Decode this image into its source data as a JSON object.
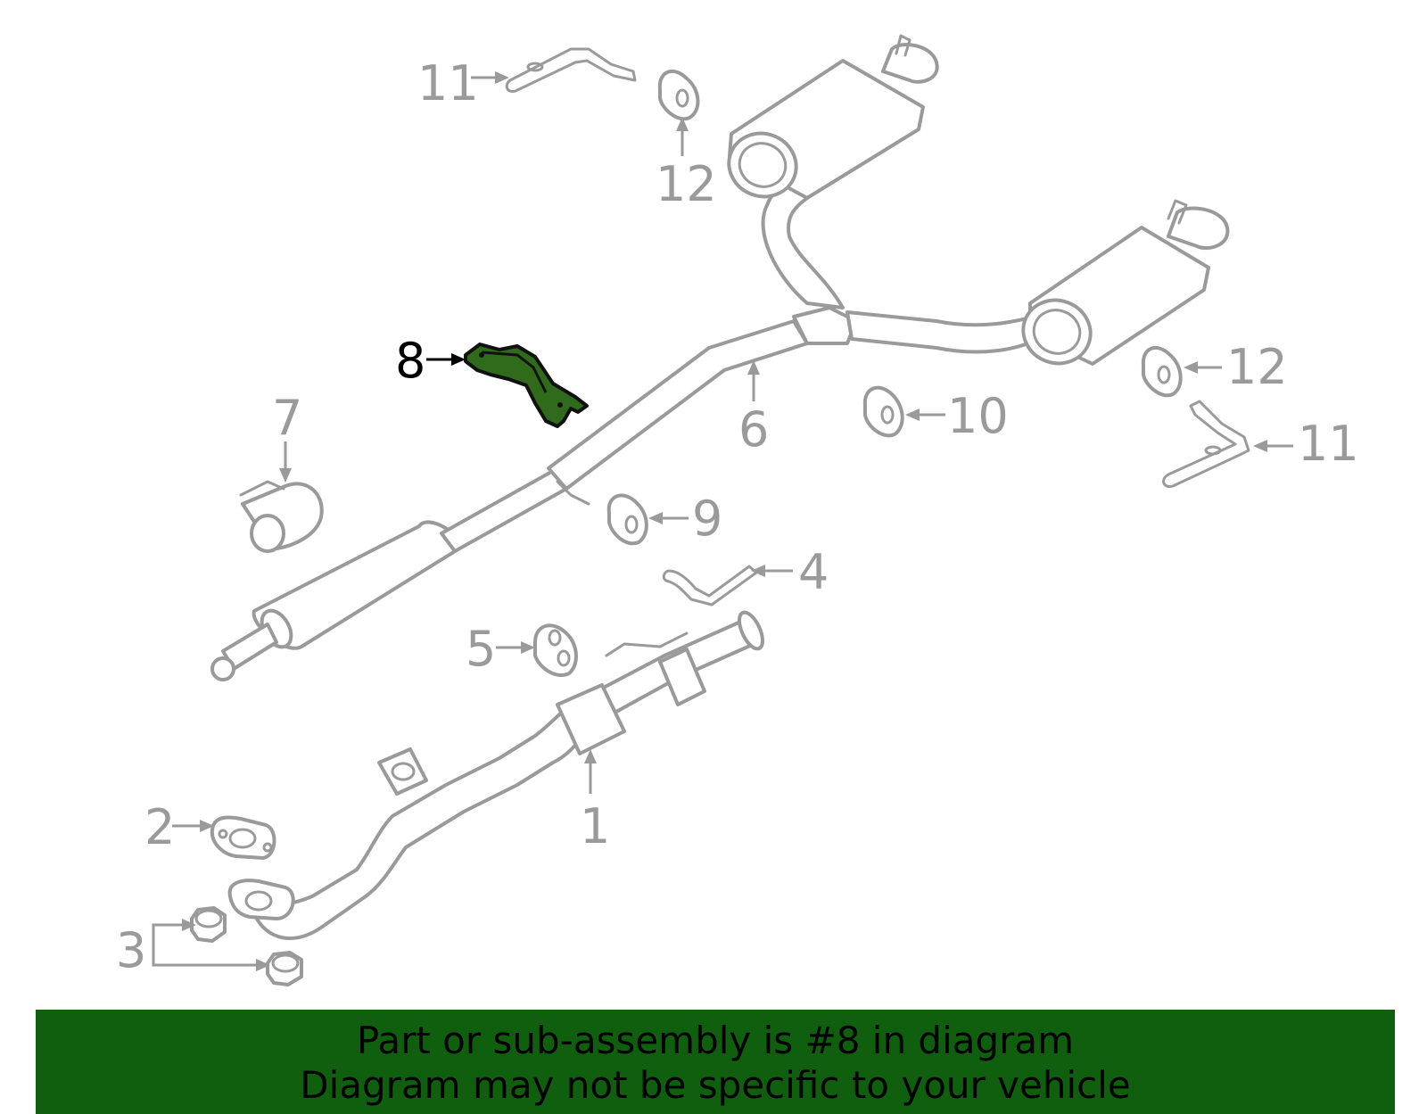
{
  "diagram": {
    "highlight_color": "#2f6b1a",
    "part_color": "#9a9a9a",
    "callouts": {
      "c1": "1",
      "c2": "2",
      "c3": "3",
      "c4": "4",
      "c5": "5",
      "c6": "6",
      "c7": "7",
      "c8": "8",
      "c9": "9",
      "c10": "10",
      "c11a": "11",
      "c11b": "11",
      "c12a": "12",
      "c12b": "12"
    }
  },
  "banner": {
    "background": "#0f5f0f",
    "line1": "Part or sub-assembly is #8 in diagram",
    "line2": "Diagram may not be specific to your vehicle"
  }
}
